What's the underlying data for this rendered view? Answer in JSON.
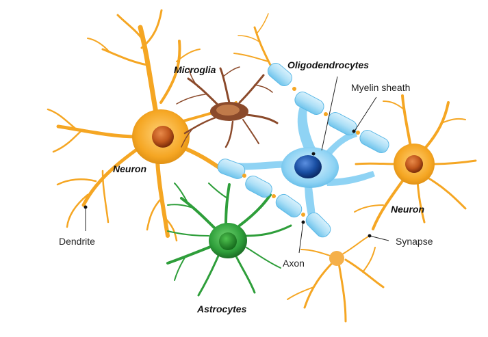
{
  "labels": {
    "microglia": "Microglia",
    "oligodendrocytes": "Oligodendrocytes",
    "myelin_sheath": "Myelin sheath",
    "neuron_left": "Neuron",
    "neuron_right": "Neuron",
    "dendrite": "Dendrite",
    "synapse": "Synapse",
    "axon": "Axon",
    "astrocytes": "Astrocytes"
  },
  "colors": {
    "neuron": "#f5a623",
    "neuron_dark": "#d98a10",
    "nucleus": "#c0571c",
    "microglia": "#8b4a2b",
    "astrocyte": "#2e9e3a",
    "oligodendrocyte": "#8fd3f4",
    "oligo_nucleus": "#1a4fa3",
    "myelin": "#aee0f7"
  },
  "icons": {
    "neuron": "neuron-cell-icon",
    "microglia": "microglia-cell-icon",
    "astrocyte": "astrocyte-cell-icon",
    "oligodendrocyte": "oligodendrocyte-cell-icon"
  }
}
